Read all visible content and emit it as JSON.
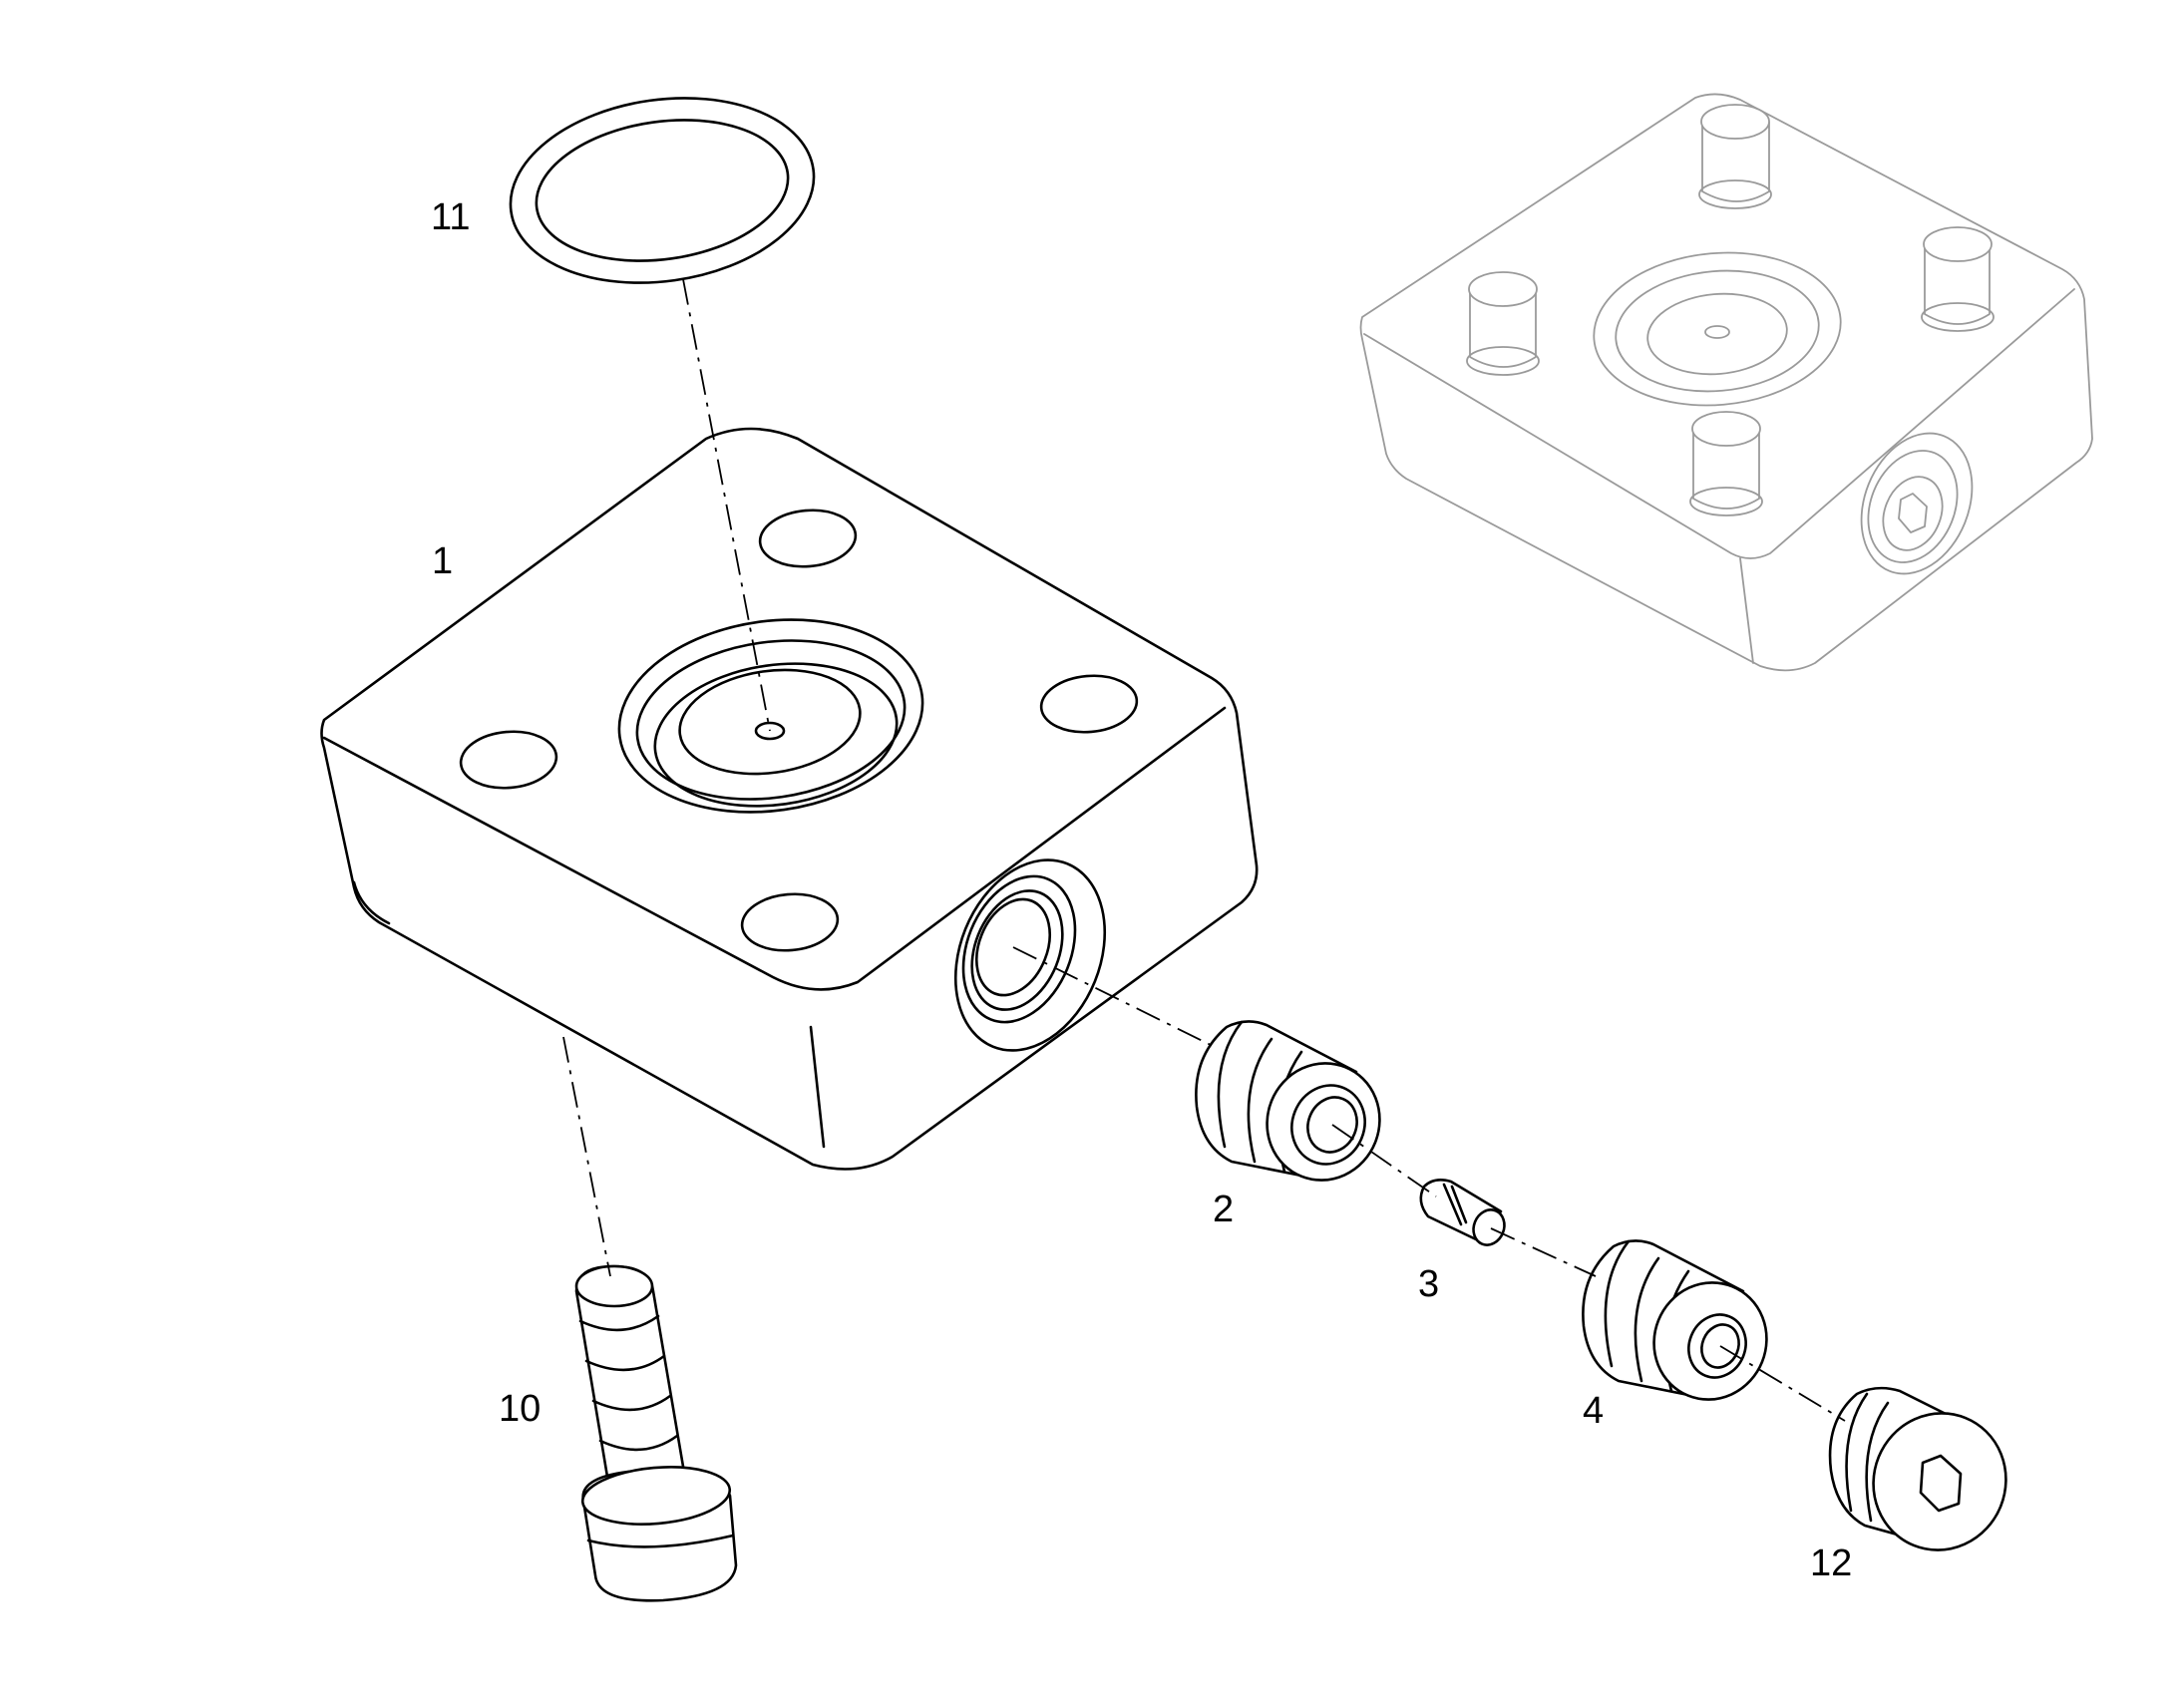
{
  "diagram": {
    "callouts": [
      {
        "id": "1",
        "text": "1"
      },
      {
        "id": "2",
        "text": "2"
      },
      {
        "id": "3",
        "text": "3"
      },
      {
        "id": "4",
        "text": "4"
      },
      {
        "id": "10",
        "text": "10"
      },
      {
        "id": "11",
        "text": "11"
      },
      {
        "id": "12",
        "text": "12"
      }
    ],
    "colors": {
      "line": "#000000",
      "reference_view": "#9a9a9a",
      "background": "#ffffff"
    }
  }
}
